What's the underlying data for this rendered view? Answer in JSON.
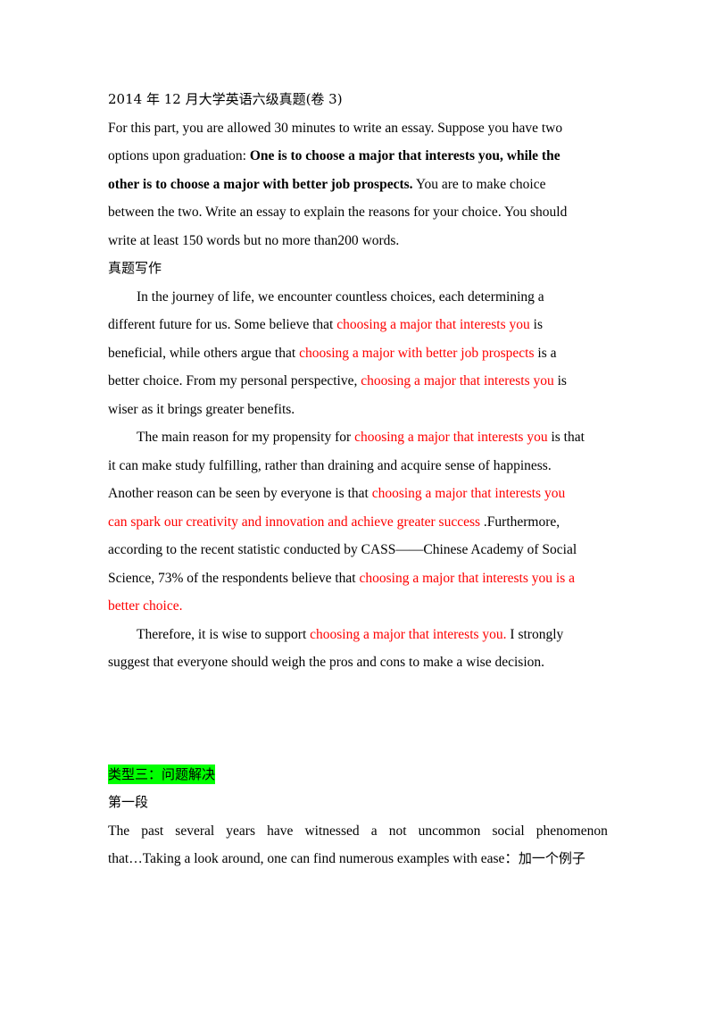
{
  "header": {
    "title_line": "2014 年  12  月大学英语六级真题(卷 3)"
  },
  "prompt": {
    "line1": "For this part, you are allowed 30 minutes to write an essay. Suppose you have two",
    "line2_pre": "options upon graduation: ",
    "line2_bold": "One is to choose a major that interests you, while the",
    "line3_bold": "other is to choose a major with better job prospects.",
    "line3_post": " You are to make choice",
    "line4": "between the two. Write an essay to explain the reasons for your choice. You should",
    "line5": "write at least 150 words but no more than200 words."
  },
  "section_label": "真题写作",
  "essay": {
    "p1": {
      "l1": "In the journey of life, we encounter countless choices, each determining a",
      "l2_pre": "different future for us. Some believe that ",
      "l2_red": "choosing a major that interests you",
      "l2_post": " is",
      "l3_pre": "beneficial, while others argue that ",
      "l3_red": "choosing a major with better job prospects",
      "l3_post": " is a",
      "l4_pre": "better choice. From my personal perspective, ",
      "l4_red": "choosing a major that interests you",
      "l4_post": " is",
      "l5": "wiser as it brings greater benefits."
    },
    "p2": {
      "l1_pre": "The main reason for my propensity for ",
      "l1_red": "choosing a major that interests you",
      "l1_post": " is that",
      "l2": "it can make study fulfilling,  rather than draining and acquire sense of happiness.",
      "l3_pre": "Another reason can be seen by everyone is that ",
      "l3_red": "choosing a major that interests you",
      "l4_red": "can spark our creativity and innovation and achieve greater success",
      "l4_post": " .Furthermore,",
      "l5": "according to the recent statistic conducted by CASS——Chinese Academy of Social",
      "l6_pre": "Science,  73% of the respondents believe that ",
      "l6_red": "choosing a major that interests you is a",
      "l7_red": "better choice."
    },
    "p3": {
      "l1_pre": "Therefore, it is wise to support ",
      "l1_red": "choosing a major that interests you.",
      "l1_post": " I strongly",
      "l2": "suggest that everyone should weigh the pros and cons to make a wise decision."
    }
  },
  "type_section": {
    "heading": "类型三：问题解决",
    "sub_label": "第一段",
    "l1_words": [
      "The",
      "past",
      "several",
      "years",
      "have",
      "witnessed",
      "a",
      "not",
      "uncommon",
      "social",
      "phenomenon"
    ],
    "l2_pre": "that…Taking a look around, one can find numerous examples with ease：",
    "l2_cn": "加一个例子"
  },
  "colors": {
    "accent_red": "#ff0000",
    "highlight_green": "#00ff00",
    "text": "#000000"
  }
}
